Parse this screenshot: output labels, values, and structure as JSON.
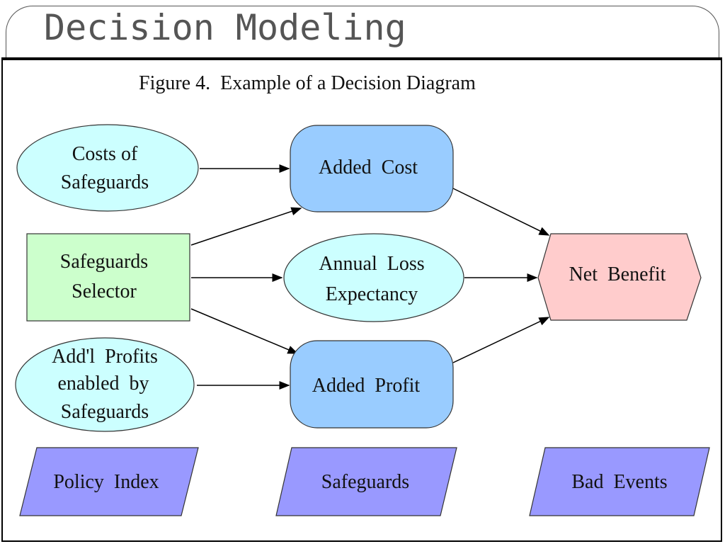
{
  "slide": {
    "title": "Decision Modeling"
  },
  "figure": {
    "caption": "Figure 4.  Example of a Decision Diagram"
  },
  "nodes": {
    "costs_of_safeguards": {
      "lines": [
        "Costs of",
        "Safeguards"
      ],
      "shape": "ellipse",
      "fill": "#ccffff"
    },
    "added_cost": {
      "lines": [
        "Added  Cost"
      ],
      "shape": "rounded-rect",
      "fill": "#99ccff"
    },
    "safeguards_selector": {
      "lines": [
        "Safeguards",
        "Selector"
      ],
      "shape": "rectangle",
      "fill": "#ccffcc"
    },
    "annual_loss_expectancy": {
      "lines": [
        "Annual  Loss",
        "Expectancy"
      ],
      "shape": "ellipse",
      "fill": "#ccffff"
    },
    "net_benefit": {
      "lines": [
        "Net  Benefit"
      ],
      "shape": "hexagon",
      "fill": "#ffcccc"
    },
    "addl_profits": {
      "lines": [
        "Add'l  Profits",
        "enabled  by",
        "Safeguards"
      ],
      "shape": "ellipse",
      "fill": "#ccffff"
    },
    "added_profit": {
      "lines": [
        "Added  Profit"
      ],
      "shape": "rounded-rect",
      "fill": "#99ccff"
    },
    "policy_index": {
      "lines": [
        "Policy  Index"
      ],
      "shape": "parallelogram",
      "fill": "#9999ff"
    },
    "safeguards": {
      "lines": [
        "Safeguards"
      ],
      "shape": "parallelogram",
      "fill": "#9999ff"
    },
    "bad_events": {
      "lines": [
        "Bad  Events"
      ],
      "shape": "parallelogram",
      "fill": "#9999ff"
    }
  },
  "edges": [
    [
      "costs_of_safeguards",
      "added_cost"
    ],
    [
      "safeguards_selector",
      "added_cost"
    ],
    [
      "safeguards_selector",
      "annual_loss_expectancy"
    ],
    [
      "safeguards_selector",
      "added_profit"
    ],
    [
      "addl_profits",
      "added_profit"
    ],
    [
      "added_cost",
      "net_benefit"
    ],
    [
      "annual_loss_expectancy",
      "net_benefit"
    ],
    [
      "added_profit",
      "net_benefit"
    ]
  ]
}
